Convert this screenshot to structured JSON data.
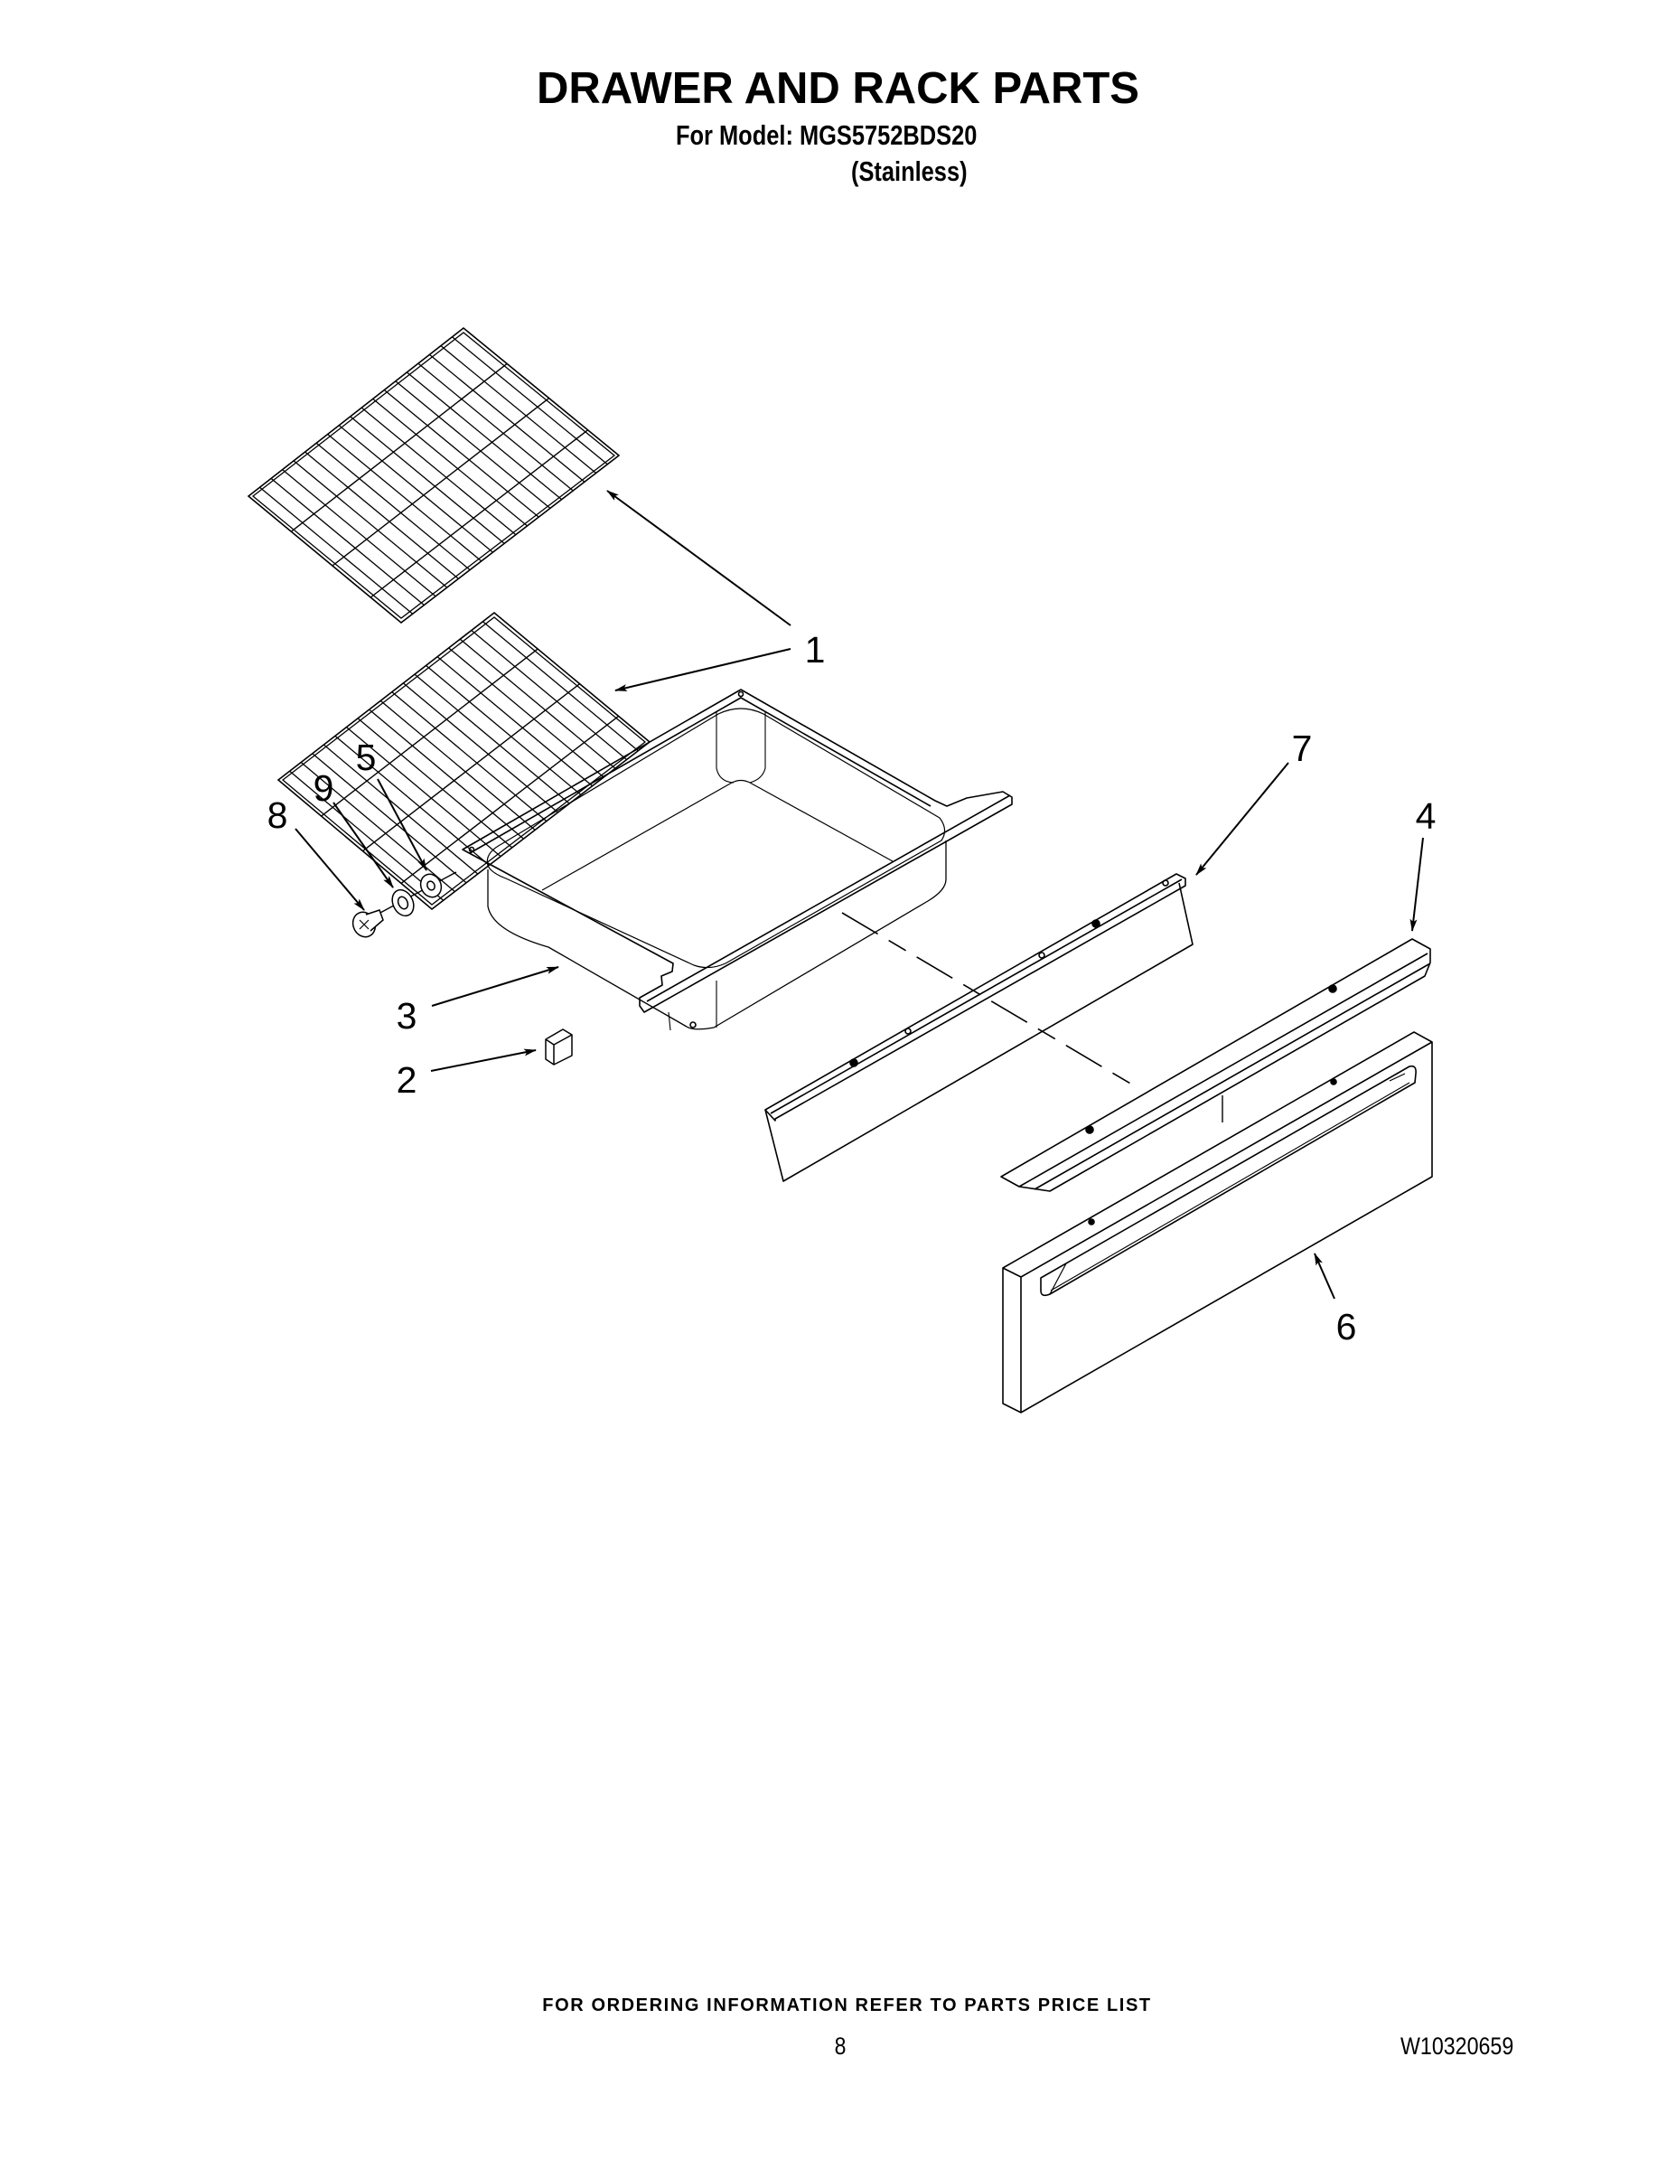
{
  "header": {
    "title": "DRAWER AND RACK PARTS",
    "model_line": "For Model: MGS5752BDS20",
    "finish": "(Stainless)"
  },
  "diagram": {
    "callouts": [
      {
        "number": "1",
        "part": "oven-rack",
        "count": 2
      },
      {
        "number": "2",
        "part": "bumper-block"
      },
      {
        "number": "3",
        "part": "drawer-pan"
      },
      {
        "number": "4",
        "part": "drawer-trim"
      },
      {
        "number": "5",
        "part": "nut"
      },
      {
        "number": "6",
        "part": "drawer-front-panel"
      },
      {
        "number": "7",
        "part": "drawer-front-bracket"
      },
      {
        "number": "8",
        "part": "screw"
      },
      {
        "number": "9",
        "part": "washer"
      }
    ],
    "line_color": "#000000",
    "background": "#ffffff"
  },
  "footer": {
    "note": "FOR ORDERING INFORMATION REFER TO PARTS PRICE LIST",
    "page_number": "8",
    "document_number": "W10320659"
  }
}
